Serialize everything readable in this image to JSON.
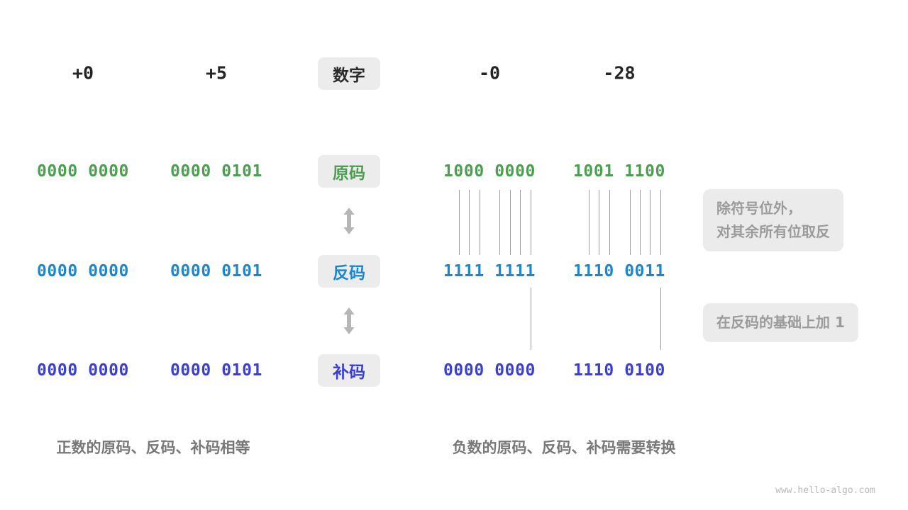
{
  "headers": {
    "values": [
      "+0",
      "+5",
      "-0",
      "-28"
    ],
    "label": "数字"
  },
  "rows": [
    {
      "label": "原码",
      "color": "#4d9e51",
      "values": [
        "0000 0000",
        "0000 0101",
        "1000 0000",
        "1001 1100"
      ]
    },
    {
      "label": "反码",
      "color": "#1a87d0",
      "values": [
        "0000 0000",
        "0000 0101",
        "1111 1111",
        "1110 0011"
      ]
    },
    {
      "label": "补码",
      "color": "#3a3fd1",
      "values": [
        "0000 0000",
        "0000 0101",
        "0000 0000",
        "1110 0100"
      ]
    }
  ],
  "notes": {
    "flip_line1": "除符号位外，",
    "flip_line2": "对其余所有位取反",
    "add_one": "在反码的基础上加 1"
  },
  "captions": {
    "positive": "正数的原码、反码、补码相等",
    "negative": "负数的原码、反码、补码需要转换"
  },
  "watermark": "www.hello-algo.com",
  "accent_colors": {
    "badge_background": "#ececec",
    "note_background": "#ebebeb",
    "line_gray": "#9c9c9c",
    "arrow_gray": "#b6b6b6"
  }
}
